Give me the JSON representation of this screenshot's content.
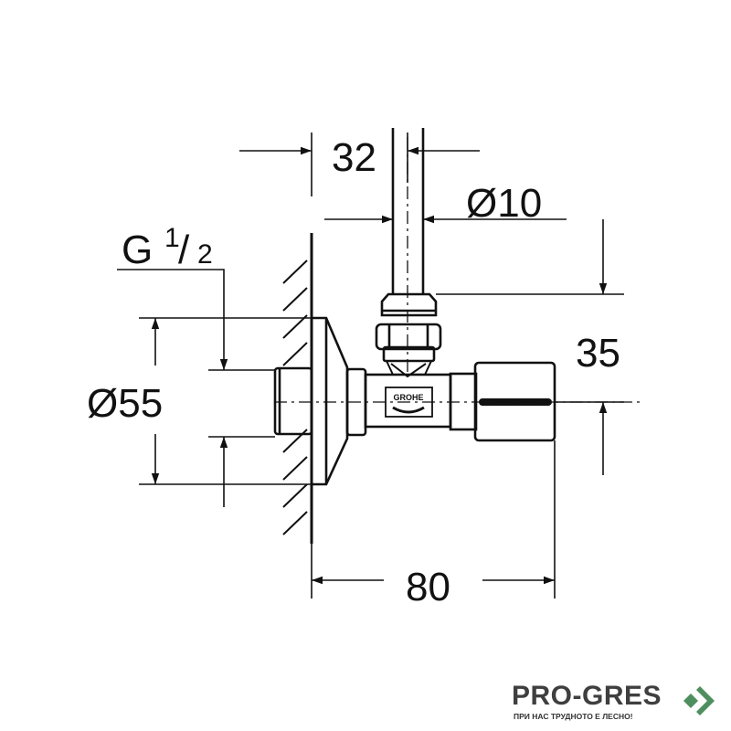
{
  "dimensions": {
    "top_offset": "32",
    "pipe_diameter": "Ø10",
    "thread_label": "G",
    "thread_num": "1",
    "thread_den": "2",
    "flange_diameter": "Ø55",
    "height": "35",
    "length": "80"
  },
  "valve": {
    "brand_mark": "GROHE"
  },
  "logo": {
    "name": "PRO-GRES",
    "tagline": "ПРИ НАС ТРУДНОТО Е ЛЕСНО!",
    "color_green": "#4f8f5f",
    "color_text": "#3f3f3f"
  }
}
